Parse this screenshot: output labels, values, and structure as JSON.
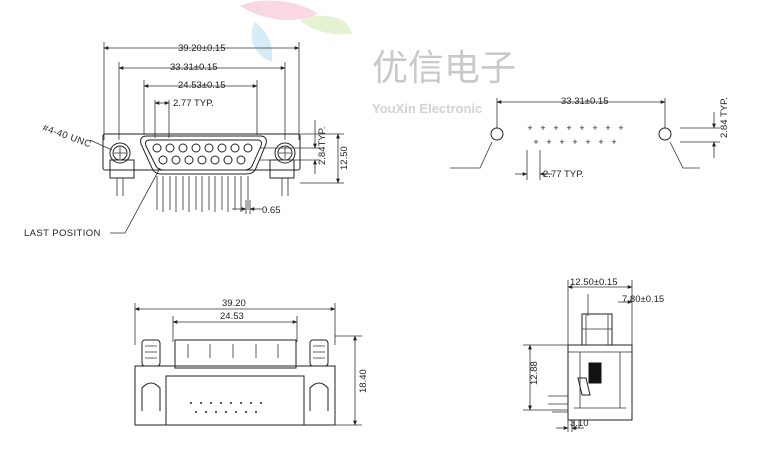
{
  "watermark": {
    "cn": "优信电子",
    "en": "YouXin Electronic"
  },
  "front_view": {
    "dim_overall": "39.20±0.15",
    "dim_mount": "33.31±0.15",
    "dim_contact_row": "24.53±0.15",
    "dim_pitch": "2.77  TYP.",
    "dim_row_spacing": "2.84TYP.",
    "dim_height": "12.50",
    "dim_pin": "0.65",
    "label_thread": "#4-40  UNC",
    "label_last": "LAST  POSITION"
  },
  "pcb_layout": {
    "dim_mount": "33.31±0.15",
    "dim_row_spacing": "2.84  TYP.",
    "dim_pitch": "2.77  TYP."
  },
  "top_view": {
    "dim_overall": "39.20",
    "dim_shell": "24.53",
    "dim_depth": "18.40"
  },
  "side_view": {
    "dim_width": "12.50±0.15",
    "dim_offset": "7.80±0.15",
    "dim_height": "12.88",
    "dim_pin": "3.10"
  }
}
